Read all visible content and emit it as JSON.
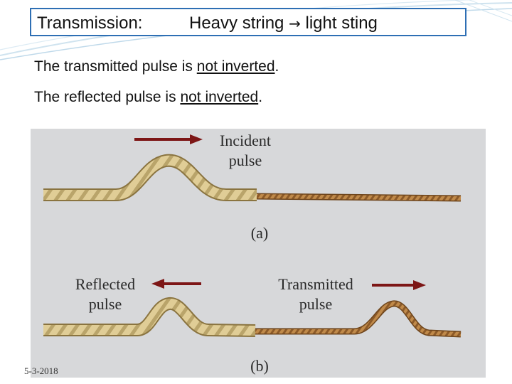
{
  "slide": {
    "title_left": "Transmission:",
    "title_from": "Heavy string",
    "title_arrow": "→",
    "title_to": "light sting",
    "line1": {
      "prefix": "The transmitted pulse is ",
      "emphasis": "not inverted",
      "suffix": "."
    },
    "line2": {
      "prefix": "The reflected pulse is ",
      "emphasis": "not inverted",
      "suffix": "."
    },
    "date": "5-3-2018"
  },
  "figure": {
    "incident_label": "Incident\npulse",
    "caption_a": "(a)",
    "reflected_label": "Reflected\npulse",
    "transmitted_label": "Transmitted\npulse",
    "caption_b": "(b)"
  },
  "colors": {
    "accent_border": "#2e6fb4",
    "figure_background": "#d7d8da",
    "arrow": "#7d1616",
    "heavy_rope": "#d8c48c",
    "light_rope": "#b07a3c"
  }
}
